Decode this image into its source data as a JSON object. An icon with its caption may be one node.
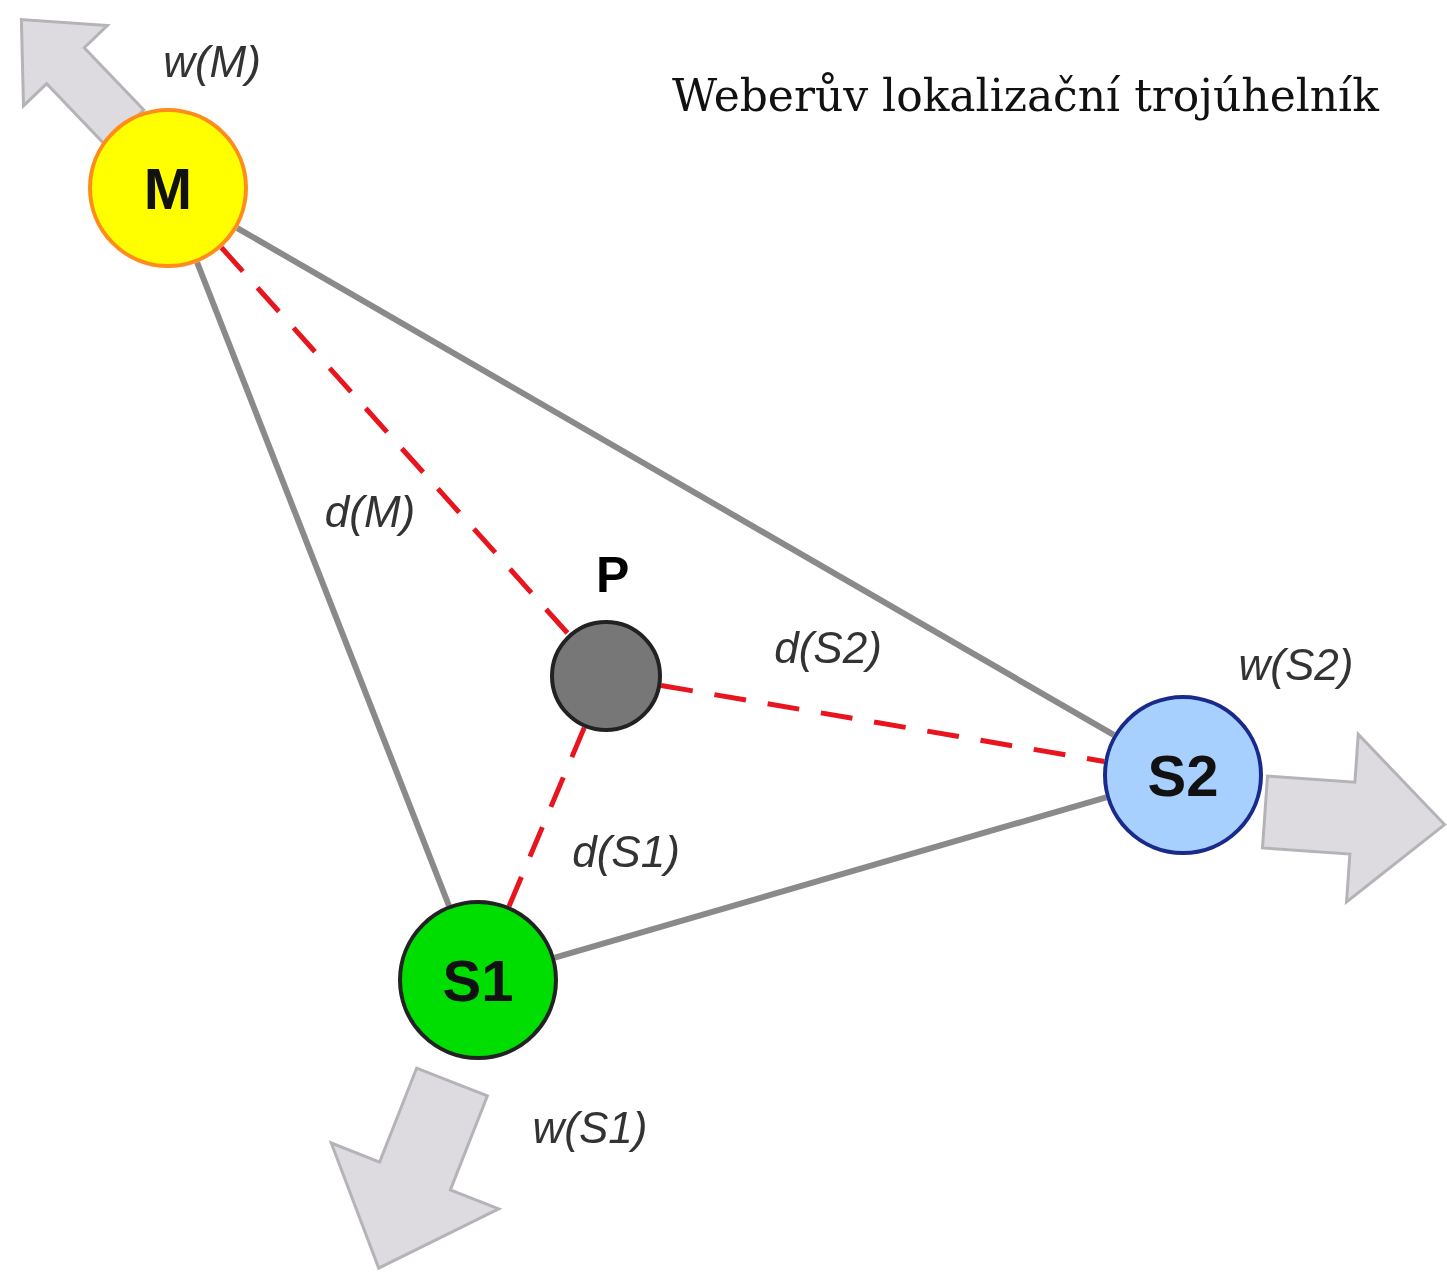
{
  "diagram": {
    "title": "Weberův lokalizační trojúhelník",
    "nodes": [
      {
        "text": [
          "M"
        ],
        "beside": [
          "w(M)"
        ]
      },
      {
        "text": [
          "P"
        ]
      },
      {
        "text": [
          "S2"
        ],
        "beside": [
          "w(S2)"
        ]
      },
      {
        "text": [
          "S1"
        ],
        "beside": [
          "w(S1)"
        ]
      }
    ],
    "edges": [
      {
        "from": 0,
        "to": 3,
        "arrow": "none"
      },
      {
        "from": 0,
        "to": 2,
        "arrow": "none"
      },
      {
        "from": 3,
        "to": 2,
        "arrow": "none"
      },
      {
        "from": 0,
        "to": 1,
        "arrow": "none",
        "label": "d(M)",
        "style": "dashed",
        "color": "#e8141e"
      },
      {
        "from": 1,
        "to": 2,
        "arrow": "none",
        "label": "d(S2)",
        "style": "dashed",
        "color": "#e8141e"
      },
      {
        "from": 1,
        "to": 3,
        "arrow": "none",
        "label": "d(S1)",
        "style": "dashed",
        "color": "#e8141e"
      }
    ]
  }
}
